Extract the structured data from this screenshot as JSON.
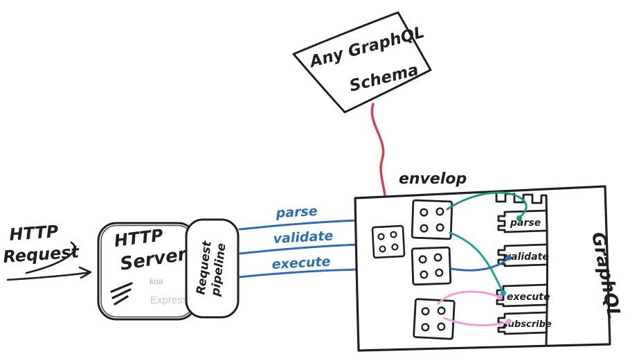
{
  "schema": {
    "line1": "Any GraphQL",
    "line2": "Schema"
  },
  "http_request": {
    "line1": "HTTP",
    "line2": "Request"
  },
  "server": {
    "line1": "HTTP",
    "line2": "Server",
    "koa": "koa",
    "express": "Express"
  },
  "pipeline": {
    "line1": "Request",
    "line2": "pipeline"
  },
  "pipeline_edges": [
    "parse",
    "validate",
    "execute"
  ],
  "envelop": {
    "title": "envelop",
    "graphql": "GraphQL",
    "slots": [
      "parse",
      "validate",
      "execute",
      "subscribe"
    ]
  },
  "icons": {
    "plugin": "dice-dots-box",
    "bolt": "scribble-bolt",
    "arrow": "hand-drawn-arrow"
  },
  "colors": {
    "ink": "#1f1f1f",
    "blue": "#2e6db4",
    "red": "#d63f52",
    "green": "#1f9d63",
    "teal": "#1ba39c",
    "pink": "#ef9fd4",
    "koa_gray": "#aab0b6",
    "express_gray": "#c6c6c6"
  }
}
